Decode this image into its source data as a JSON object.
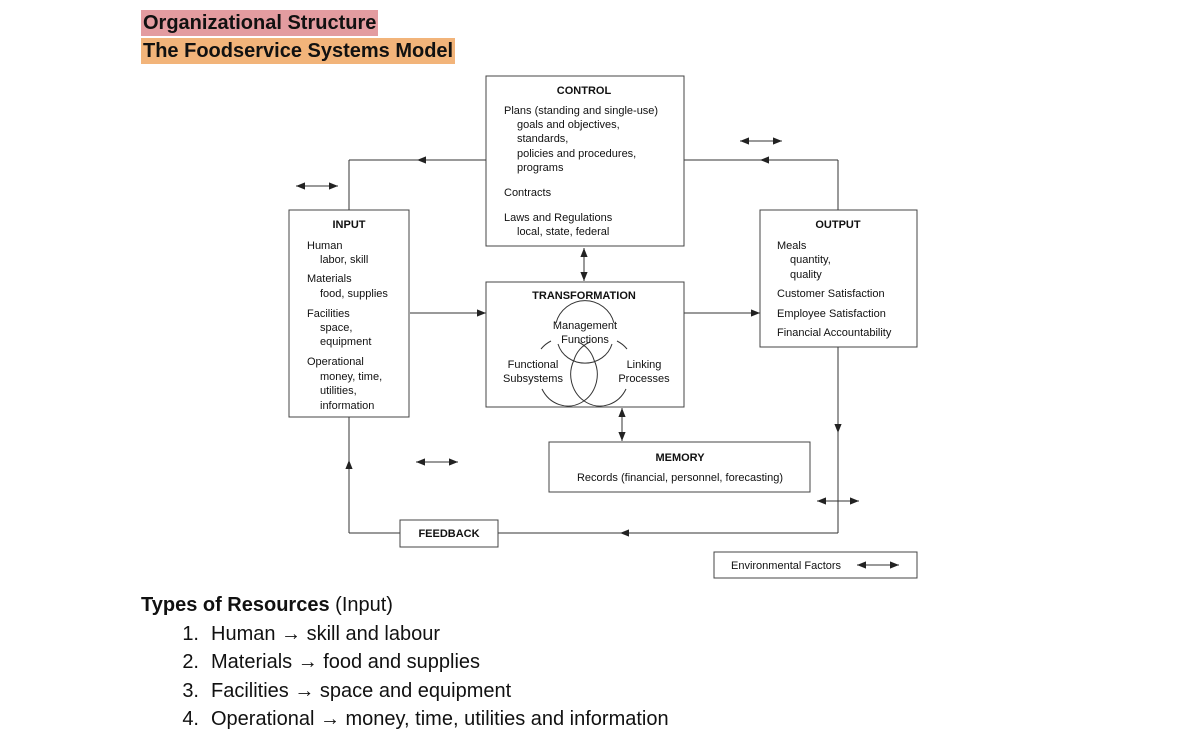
{
  "header": {
    "title": "Organizational Structure",
    "subtitle": "The Foodservice Systems Model"
  },
  "diagram": {
    "control": {
      "heading": "CONTROL",
      "lines": [
        "Plans (standing and single-use)",
        "goals and objectives,",
        "standards,",
        "policies and procedures,",
        "programs",
        "Contracts",
        "Laws and Regulations",
        "local, state, federal"
      ]
    },
    "input": {
      "heading": "INPUT",
      "lines": [
        "Human",
        "labor, skill",
        "Materials",
        "food, supplies",
        "Facilities",
        "space,",
        "equipment",
        "Operational",
        "money, time,",
        "utilities,",
        "information"
      ]
    },
    "transformation": {
      "heading": "TRANSFORMATION",
      "management": [
        "Management",
        "Functions"
      ],
      "functional": [
        "Functional",
        "Subsystems"
      ],
      "linking": [
        "Linking",
        "Processes"
      ]
    },
    "output": {
      "heading": "OUTPUT",
      "lines": [
        "Meals",
        "quantity,",
        "quality",
        "Customer Satisfaction",
        "Employee Satisfaction",
        "Financial Accountability"
      ]
    },
    "memory": {
      "heading": "MEMORY",
      "text": "Records (financial, personnel, forecasting)"
    },
    "feedback": {
      "label": "FEEDBACK"
    },
    "legend": {
      "label": "Environmental Factors"
    }
  },
  "resources": {
    "heading": "Types of Resources",
    "heading_suffix": "(Input)",
    "items": [
      {
        "num": "1.",
        "text": "Human → skill and labour"
      },
      {
        "num": "2.",
        "text": "Materials → food and supplies"
      },
      {
        "num": "3.",
        "text": "Facilities → space and equipment"
      },
      {
        "num": "4.",
        "text": "Operational → money, time, utilities and information"
      }
    ]
  }
}
